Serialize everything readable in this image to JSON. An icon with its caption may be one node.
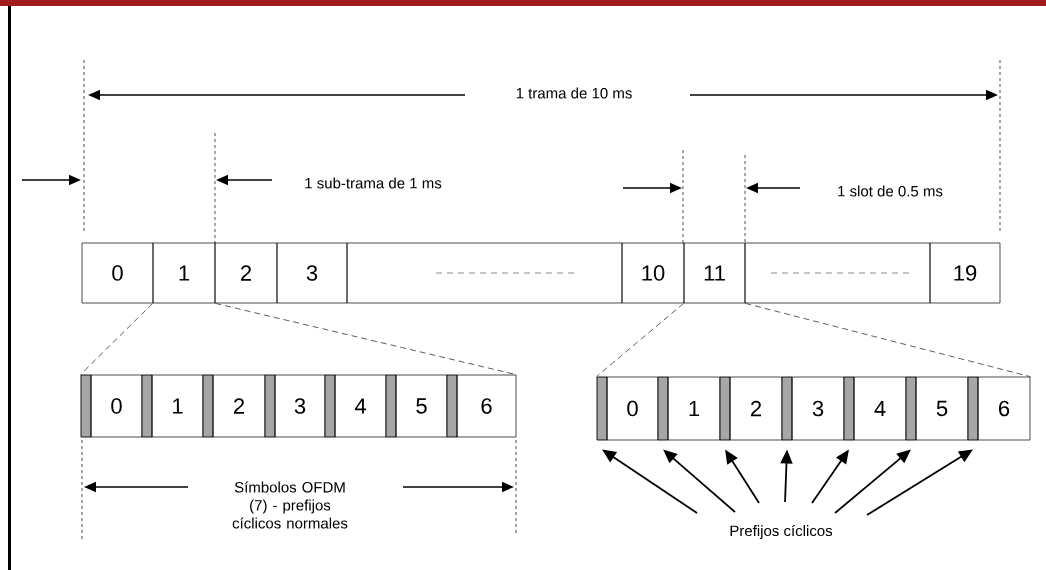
{
  "diagram": {
    "nodes": [
      {
        "text": [
          "0"
        ]
      },
      {
        "text": [
          "1"
        ]
      },
      {
        "text": [
          "2"
        ]
      },
      {
        "text": [
          "3"
        ]
      },
      {
        "text": [],
        "shape": "box"
      },
      {
        "text": [
          "10"
        ]
      },
      {
        "text": [
          "11"
        ]
      },
      {
        "text": [],
        "shape": "box"
      },
      {
        "text": [
          "19"
        ]
      },
      {
        "text": [],
        "shape": "bar"
      },
      {
        "text": [
          "0"
        ]
      },
      {
        "text": [],
        "shape": "bar"
      },
      {
        "text": [
          "1"
        ]
      },
      {
        "text": [],
        "shape": "bar"
      },
      {
        "text": [
          "2"
        ]
      },
      {
        "text": [],
        "shape": "bar"
      },
      {
        "text": [
          "3"
        ]
      },
      {
        "text": [],
        "shape": "bar"
      },
      {
        "text": [
          "4"
        ]
      },
      {
        "text": [],
        "shape": "bar"
      },
      {
        "text": [
          "5"
        ]
      },
      {
        "text": [],
        "shape": "bar"
      },
      {
        "text": [
          "6"
        ]
      },
      {
        "text": [],
        "shape": "bar"
      },
      {
        "text": [
          "0"
        ]
      },
      {
        "text": [],
        "shape": "bar"
      },
      {
        "text": [
          "1"
        ]
      },
      {
        "text": [],
        "shape": "bar"
      },
      {
        "text": [
          "2"
        ]
      },
      {
        "text": [],
        "shape": "bar"
      },
      {
        "text": [
          "3"
        ]
      },
      {
        "text": [],
        "shape": "bar"
      },
      {
        "text": [
          "4"
        ]
      },
      {
        "text": [],
        "shape": "bar"
      },
      {
        "text": [
          "5"
        ]
      },
      {
        "text": [],
        "shape": "bar"
      },
      {
        "text": [
          "6"
        ]
      },
      {
        "text": [
          "Prefijos cíclicos"
        ]
      }
    ],
    "edges": [
      {
        "from": 1,
        "to": 9,
        "arrow": "none",
        "style": "dashed"
      },
      {
        "from": 1,
        "to": 22,
        "arrow": "none",
        "style": "dashed"
      },
      {
        "from": 6,
        "to": 23,
        "arrow": "none",
        "style": "dashed"
      },
      {
        "from": 6,
        "to": 36,
        "arrow": "none",
        "style": "dashed"
      },
      {
        "from": 37,
        "to": 23,
        "arrow": "to"
      },
      {
        "from": 37,
        "to": 25,
        "arrow": "to"
      },
      {
        "from": 37,
        "to": 27,
        "arrow": "to"
      },
      {
        "from": 37,
        "to": 29,
        "arrow": "to"
      },
      {
        "from": 37,
        "to": 31,
        "arrow": "to"
      },
      {
        "from": 37,
        "to": 33,
        "arrow": "to"
      },
      {
        "from": 37,
        "to": 35,
        "arrow": "to"
      }
    ],
    "labels": [
      "1 trama de 10 ms",
      "1 sub-trama de 1 ms",
      "1 slot de 0.5 ms",
      "Símbolos OFDM (7) - prefijos cíclicos normales"
    ]
  }
}
